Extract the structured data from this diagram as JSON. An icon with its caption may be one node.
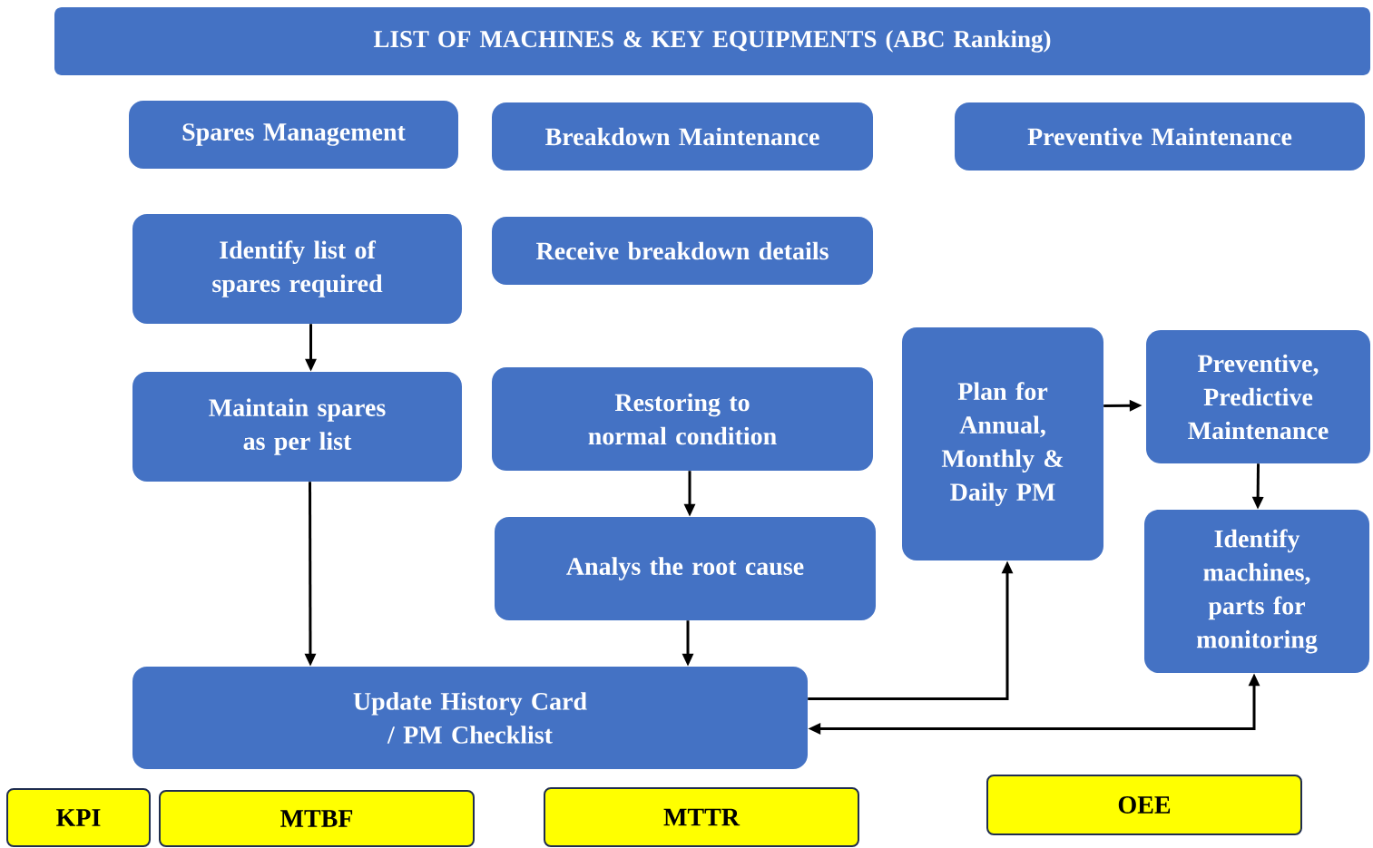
{
  "diagram": {
    "nodes": [
      {
        "text": [
          "LIST OF MACHINES & KEY EQUIPMENTS (ABC Ranking)"
        ]
      },
      {
        "text": [
          "Spares Management"
        ]
      },
      {
        "text": [
          "Breakdown Maintenance"
        ]
      },
      {
        "text": [
          "Preventive Maintenance"
        ]
      },
      {
        "text": [
          "Identify list of spares required"
        ]
      },
      {
        "text": [
          "Receive breakdown details"
        ]
      },
      {
        "text": [
          "Plan for Annual, Monthly & Daily PM"
        ]
      },
      {
        "text": [
          "Preventive, Predictive Maintenance"
        ]
      },
      {
        "text": [
          "Maintain spares as per list"
        ]
      },
      {
        "text": [
          "Restoring to normal condition"
        ]
      },
      {
        "text": [
          "Identify machines, parts for monitoring"
        ]
      },
      {
        "text": [
          "Analys the root cause"
        ]
      },
      {
        "text": [
          "Update History Card / PM Checklist"
        ]
      },
      {
        "text": [
          "KPI"
        ]
      },
      {
        "text": [
          "MTBF"
        ]
      },
      {
        "text": [
          "MTTR"
        ]
      },
      {
        "text": [
          "OEE"
        ]
      }
    ],
    "edges": [
      {
        "from": 4,
        "to": 8,
        "arrow": "to"
      },
      {
        "from": 8,
        "to": 12,
        "arrow": "to"
      },
      {
        "from": 9,
        "to": 11,
        "arrow": "to"
      },
      {
        "from": 11,
        "to": 12,
        "arrow": "to"
      },
      {
        "from": 12,
        "to": 6,
        "arrow": "to"
      },
      {
        "from": 6,
        "to": 7,
        "arrow": "to"
      },
      {
        "from": 7,
        "to": 10,
        "arrow": "to"
      },
      {
        "from": 12,
        "to": 10,
        "arrow": "both"
      }
    ]
  }
}
